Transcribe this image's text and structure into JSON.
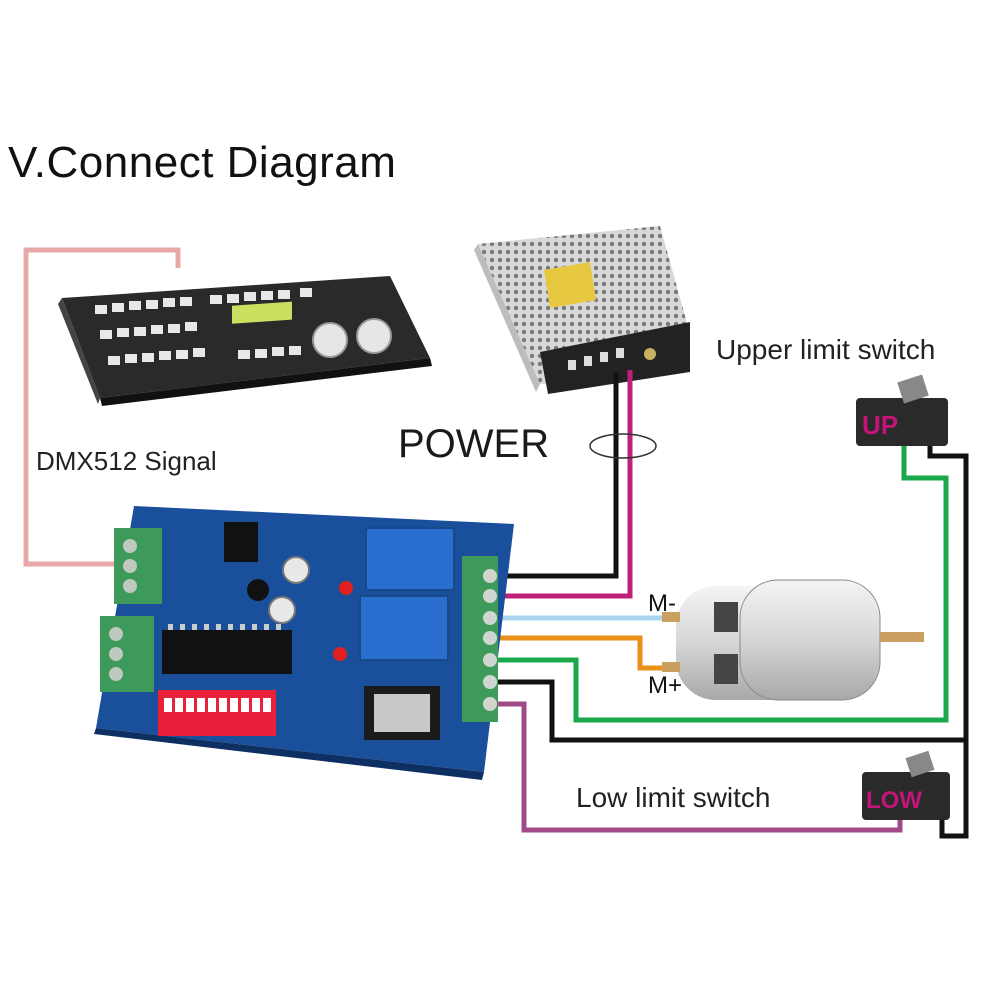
{
  "title": "V.Connect Diagram",
  "labels": {
    "dmx_signal": "DMX512 Signal",
    "power": "POWER",
    "upper_limit_switch": "Upper limit switch",
    "low_limit_switch": "Low limit switch",
    "motor_minus": "M-",
    "motor_plus": "M+"
  },
  "switch_marks": {
    "upper": "UP",
    "low": "LOW"
  },
  "colors": {
    "dmx_wire": "#e8a8a8",
    "power_wire_black": "#111111",
    "power_wire_magenta": "#c0207a",
    "motor_minus_wire": "#a8d4ee",
    "motor_plus_wire": "#e8901a",
    "upper_switch_green": "#1aa84a",
    "low_switch_purple": "#a04a8a",
    "board_blue": "#1a4f9c",
    "terminal_green": "#3e9a5a"
  }
}
